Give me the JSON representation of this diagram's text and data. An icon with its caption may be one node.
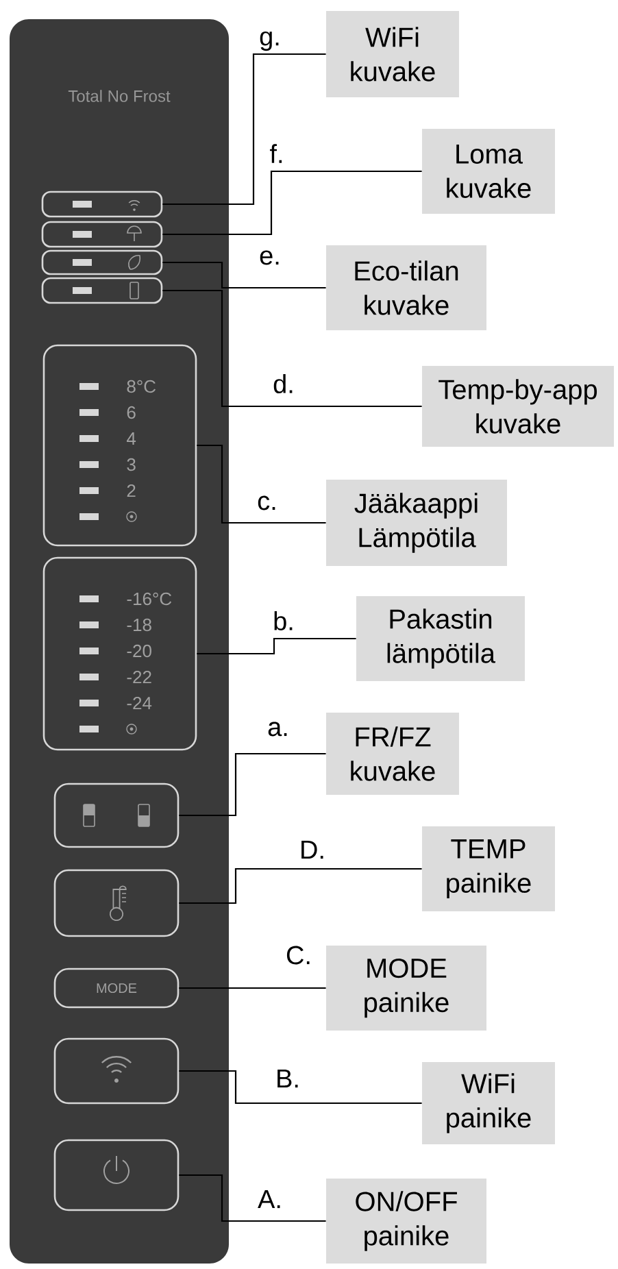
{
  "diagram": {
    "nodes": [
      {
        "text": [
          "Total No Frost"
        ]
      },
      {
        "text": [],
        "shape": "box",
        "in": 0
      },
      {
        "text": [],
        "shape": "box",
        "in": 0
      },
      {
        "text": [],
        "shape": "box",
        "in": 0
      },
      {
        "text": [],
        "shape": "box",
        "in": 0
      },
      {
        "text": [
          "8°C",
          "6",
          "4",
          "3",
          "2"
        ],
        "in": 0
      },
      {
        "text": [
          "-16°C",
          "-18",
          "-20",
          "-22",
          "-24"
        ],
        "in": 0
      },
      {
        "text": [],
        "shape": "box",
        "in": 0
      },
      {
        "text": [],
        "shape": "box",
        "in": 0
      },
      {
        "text": [
          "MODE"
        ],
        "in": 0
      },
      {
        "text": [],
        "shape": "box",
        "in": 0
      },
      {
        "text": [],
        "shape": "box",
        "in": 0
      },
      {
        "text": [
          "WiFi kuvake"
        ]
      },
      {
        "text": [
          "Loma kuvake"
        ]
      },
      {
        "text": [
          "Eco-tilan kuvake"
        ]
      },
      {
        "text": [
          "Temp-by-app kuvake"
        ]
      },
      {
        "text": [
          "Jääkaappi Lämpötila"
        ]
      },
      {
        "text": [
          "Pakastin lämpötila"
        ]
      },
      {
        "text": [
          "FR/FZ kuvake"
        ]
      },
      {
        "text": [
          "TEMP painike"
        ]
      },
      {
        "text": [
          "MODE painike"
        ]
      },
      {
        "text": [
          "WiFi painike"
        ]
      },
      {
        "text": [
          "ON/OFF painike"
        ]
      }
    ],
    "edges": [
      {
        "from": 12,
        "to": 1,
        "arrow": "none",
        "label": "g."
      },
      {
        "from": 13,
        "to": 2,
        "arrow": "none",
        "label": "f."
      },
      {
        "from": 14,
        "to": 3,
        "arrow": "none",
        "label": "e."
      },
      {
        "from": 15,
        "to": 4,
        "arrow": "none",
        "label": "d."
      },
      {
        "from": 16,
        "to": 5,
        "arrow": "none",
        "label": "c."
      },
      {
        "from": 17,
        "to": 6,
        "arrow": "none",
        "label": "b."
      },
      {
        "from": 18,
        "to": 7,
        "arrow": "none",
        "label": "a."
      },
      {
        "from": 19,
        "to": 8,
        "arrow": "none",
        "label": "D."
      },
      {
        "from": 20,
        "to": 9,
        "arrow": "none",
        "label": "C."
      },
      {
        "from": 21,
        "to": 10,
        "arrow": "none",
        "label": "B."
      },
      {
        "from": 22,
        "to": 11,
        "arrow": "none",
        "label": "A."
      }
    ]
  }
}
